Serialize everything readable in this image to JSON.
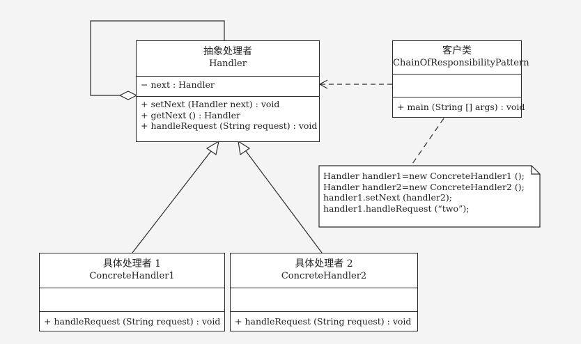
{
  "handler": {
    "stereotype_cn": "抽象处理者",
    "name": "Handler",
    "attributes": [
      "− next : Handler"
    ],
    "operations": [
      "+ setNext (Handler next) : void",
      "+ getNext () : Handler",
      "+ handleRequest (String request) : void"
    ]
  },
  "client": {
    "stereotype_cn": "客户类",
    "name": "ChainOfResponsibilityPattern",
    "attributes": [],
    "operations": [
      "+ main (String [] args) : void"
    ]
  },
  "concrete1": {
    "stereotype_cn": "具体处理者 1",
    "name": "ConcreteHandler1",
    "attributes": [],
    "operations": [
      "+ handleRequest (String request) : void"
    ]
  },
  "concrete2": {
    "stereotype_cn": "具体处理者 2",
    "name": "ConcreteHandler2",
    "attributes": [],
    "operations": [
      "+ handleRequest (String request) : void"
    ]
  },
  "note": {
    "lines": [
      "Handler handler1=new ConcreteHandler1 ();",
      "Handler handler2=new ConcreteHandler2 ();",
      "handler1.setNext (handler2);",
      "handler1.handleRequest (“two”);"
    ]
  },
  "colors": {
    "background": "#f4f4f4",
    "line": "#2a2a2a",
    "box": "#ffffff"
  }
}
